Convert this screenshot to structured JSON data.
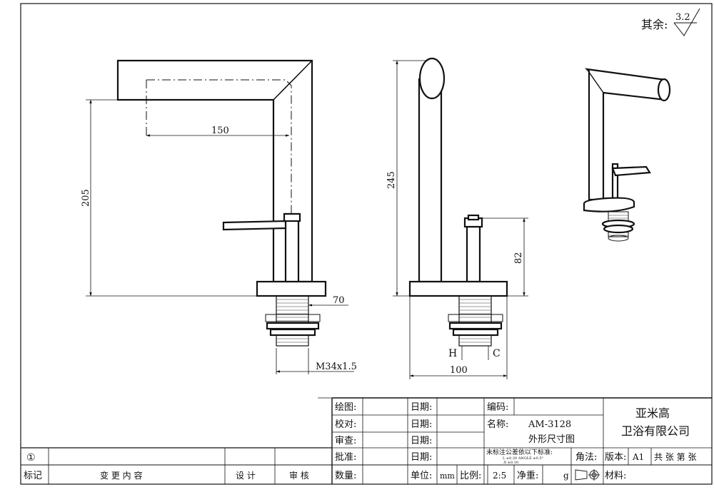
{
  "roughness": {
    "label": "其余:",
    "value": "3.2"
  },
  "dimensions": {
    "spout_reach": "150",
    "total_height_front": "205",
    "base_offset": "70",
    "thread": "M34x1.5",
    "side_height": "245",
    "handle_height": "82",
    "base_width": "100",
    "hot": "H",
    "cold": "C"
  },
  "title_block": {
    "drawn": "绘图:",
    "checked": "校对:",
    "reviewed": "审查:",
    "approved": "批准:",
    "date": "日期:",
    "code": "编码:",
    "name_label": "名称:",
    "model": "AM-3128",
    "drawing_name": "外形尺寸图",
    "company_line1": "亚米高",
    "company_line2": "卫浴有限公司",
    "tolerance_note": "未标注公差依以下标准:",
    "tolerance_row1": "L        ±0.20  ANGLE  ±0.5°",
    "tolerance_row2": ".X       ±0.10",
    "projection": "角法:",
    "version_label": "版本:",
    "version_value": "A1",
    "sheets": "共   张   第   张",
    "unit_label": "单位:",
    "unit_value": "mm",
    "scale_label": "比例:",
    "scale_value": "2:5",
    "weight_label": "净重:",
    "weight_unit": "g",
    "material_label": "材料:",
    "quantity": "数量:",
    "rev_mark": "①",
    "rev_col_mark": "标记",
    "rev_col_content": "变 更 内 容",
    "rev_col_design": "设 计",
    "rev_col_review": "审 核"
  }
}
